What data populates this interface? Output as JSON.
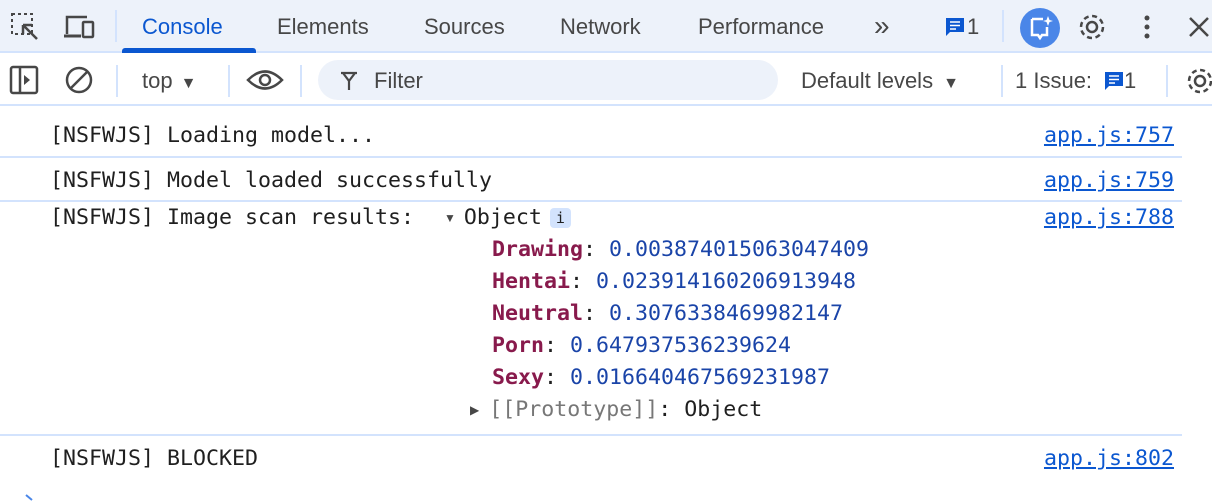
{
  "tabs": {
    "items": [
      "Console",
      "Elements",
      "Sources",
      "Network",
      "Performance"
    ],
    "active": "Console",
    "more": "»",
    "issues_count": "1"
  },
  "toolbar": {
    "context": "top",
    "filter_placeholder": "Filter",
    "levels": "Default levels",
    "issues_label": "1 Issue:",
    "issues_count": "1"
  },
  "console": {
    "messages": [
      {
        "text": "[NSFWJS] Loading model...",
        "source": "app.js:757"
      },
      {
        "text": "[NSFWJS] Model loaded successfully",
        "source": "app.js:759"
      },
      {
        "text": "[NSFWJS] Image scan results: ",
        "source": "app.js:788"
      },
      {
        "text": "[NSFWJS] BLOCKED",
        "source": "app.js:802"
      }
    ],
    "object": {
      "label": "Object",
      "info": "i",
      "props": [
        {
          "key": "Drawing",
          "value": "0.003874015063047409"
        },
        {
          "key": "Hentai",
          "value": "0.023914160206913948"
        },
        {
          "key": "Neutral",
          "value": "0.3076338469982147"
        },
        {
          "key": "Porn",
          "value": "0.647937536239624"
        },
        {
          "key": "Sexy",
          "value": "0.016640467569231987"
        }
      ],
      "prototype_key": "[[Prototype]]",
      "prototype_value": "Object"
    }
  },
  "colors": {
    "accent": "#0b57d0",
    "key": "#881a4c",
    "number": "#1a44a8"
  }
}
